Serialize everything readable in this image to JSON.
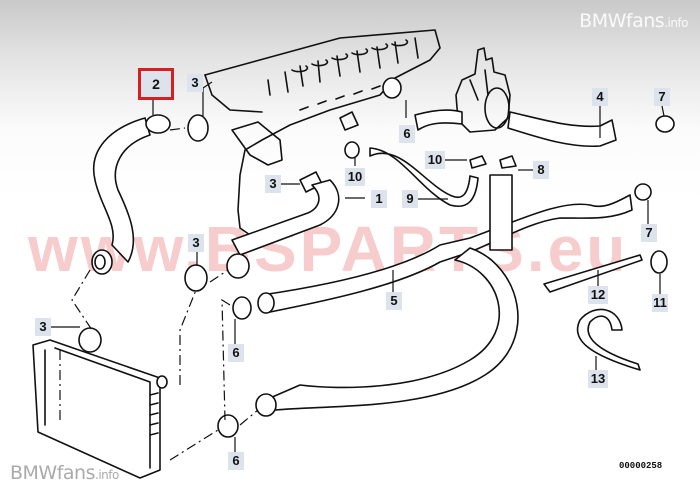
{
  "diagram": {
    "title": "Cooling system water hoses",
    "diagram_number": "00000258",
    "watermark": "www.BSPARTS.eu",
    "brand": {
      "main": "BMWfans",
      "suffix": ".info"
    },
    "selected_callout": "2",
    "callouts": [
      {
        "id": "c2",
        "label": "2",
        "selected": true
      },
      {
        "id": "c3a",
        "label": "3"
      },
      {
        "id": "c3b",
        "label": "3"
      },
      {
        "id": "c3c",
        "label": "3"
      },
      {
        "id": "c3d",
        "label": "3"
      },
      {
        "id": "c4",
        "label": "4"
      },
      {
        "id": "c7a",
        "label": "7"
      },
      {
        "id": "c6a",
        "label": "6"
      },
      {
        "id": "c10a",
        "label": "10"
      },
      {
        "id": "c10b",
        "label": "10"
      },
      {
        "id": "c8",
        "label": "8"
      },
      {
        "id": "c1",
        "label": "1"
      },
      {
        "id": "c9",
        "label": "9"
      },
      {
        "id": "c7b",
        "label": "7"
      },
      {
        "id": "c5",
        "label": "5"
      },
      {
        "id": "c12",
        "label": "12"
      },
      {
        "id": "c11",
        "label": "11"
      },
      {
        "id": "c6b",
        "label": "6"
      },
      {
        "id": "c13",
        "label": "13"
      },
      {
        "id": "c6c",
        "label": "6"
      }
    ]
  }
}
